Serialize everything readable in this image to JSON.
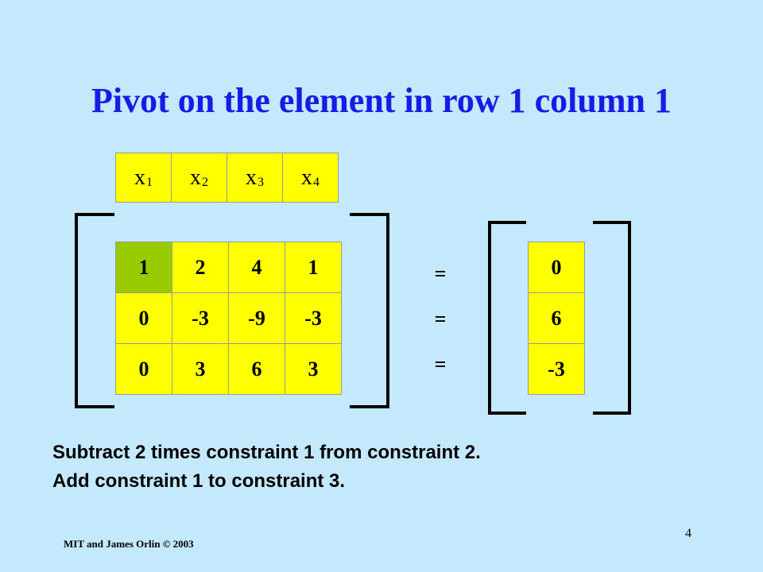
{
  "slide": {
    "title": "Pivot on the element in row 1 column 1",
    "variables": [
      {
        "base": "x",
        "sub": "1"
      },
      {
        "base": "x",
        "sub": "2"
      },
      {
        "base": "x",
        "sub": "3"
      },
      {
        "base": "x",
        "sub": "4"
      }
    ],
    "matrix": [
      [
        "1",
        "2",
        "4",
        "1"
      ],
      [
        "0",
        "-3",
        "-9",
        "-3"
      ],
      [
        "0",
        "3",
        "6",
        "3"
      ]
    ],
    "pivot": {
      "row": 1,
      "column": 1
    },
    "equals": [
      "=",
      "=",
      "="
    ],
    "rhs": [
      "0",
      "6",
      "-3"
    ],
    "instructions": [
      "Subtract 2 times constraint 1 from constraint 2.",
      "Add constraint 1 to constraint 3."
    ],
    "footer": "MIT and James Orlin © 2003",
    "page_number": "4",
    "colors": {
      "background": "#c4e8fc",
      "title": "#1a1ae6",
      "cell": "#ffff00",
      "pivot_cell": "#99cc00"
    }
  }
}
